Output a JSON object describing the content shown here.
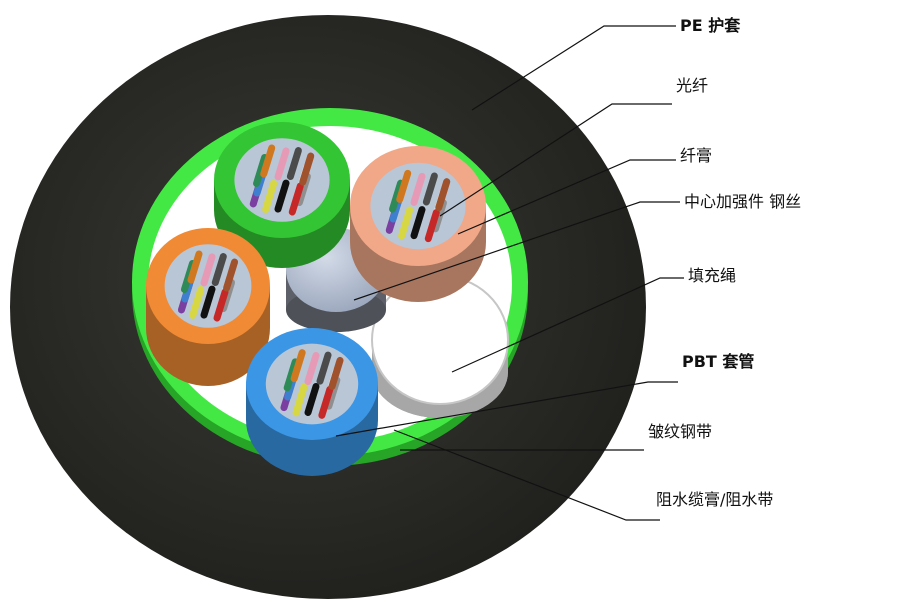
{
  "colors": {
    "jacket": "#2b2b28",
    "armor_ring": "#3fe23f",
    "tube_green": "#33c533",
    "tube_salmon": "#f0a888",
    "tube_orange": "#f08a35",
    "tube_blue": "#3b96e6",
    "central_member": "#b7c3d6",
    "filler": "#ffffff"
  },
  "labels": [
    {
      "id": "pe-jacket",
      "text": "PE 护套"
    },
    {
      "id": "optical-fiber",
      "text": "光纤"
    },
    {
      "id": "fiber-gel",
      "text": "纤膏"
    },
    {
      "id": "central-strength-member",
      "text": "中心加强件 钢丝"
    },
    {
      "id": "filler-rope",
      "text": "填充绳"
    },
    {
      "id": "pbt-tube",
      "text": "PBT 套管"
    },
    {
      "id": "corrugated-steel-tape",
      "text": "皱纹钢带"
    },
    {
      "id": "water-blocking",
      "text": "阻水缆膏/阻水带"
    }
  ]
}
